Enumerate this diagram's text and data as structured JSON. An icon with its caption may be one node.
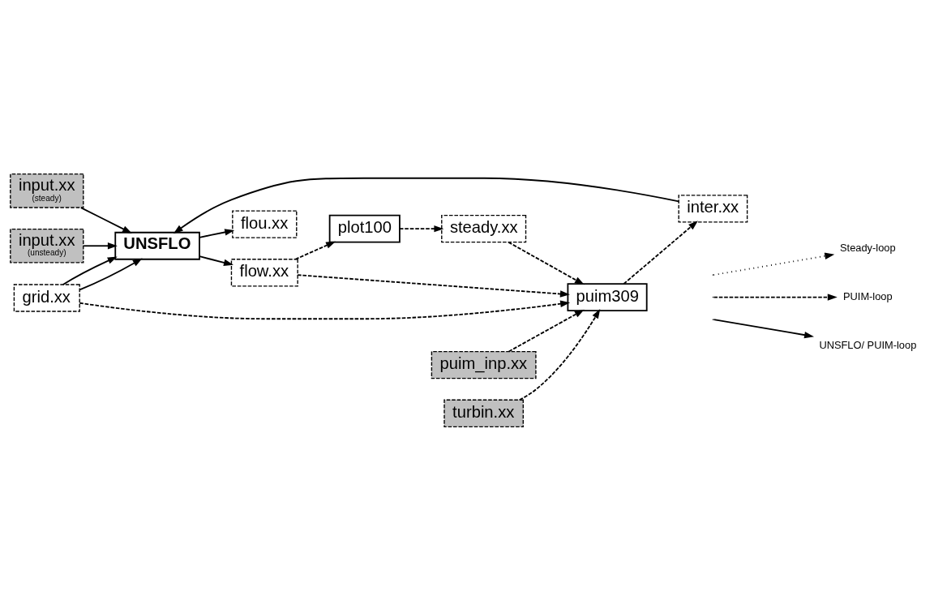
{
  "diagram": {
    "nodes": [
      {
        "text": [
          "flou.xx"
        ]
      },
      {
        "text": [
          "grid.xx"
        ]
      },
      {
        "text": [
          "UNSFLO"
        ]
      },
      {
        "text": [
          "input.xx",
          "(steady)"
        ]
      },
      {
        "text": [
          "flow.xx"
        ]
      },
      {
        "text": [
          "puim309"
        ]
      },
      {
        "text": [
          "plot100"
        ]
      },
      {
        "text": [
          "inter.xx"
        ]
      },
      {
        "text": [
          "steady.xx"
        ]
      },
      {
        "text": [
          "puim_inp.xx"
        ]
      },
      {
        "text": [
          "input.xx",
          "(unsteady)"
        ]
      },
      {
        "text": [
          "turbin.xx"
        ]
      }
    ],
    "edges": [
      {
        "from": 2,
        "to": 0,
        "arrow": "to"
      },
      {
        "from": 1,
        "to": 2,
        "arrow": "to"
      },
      {
        "from": 1,
        "to": 2,
        "arrow": "to"
      },
      {
        "from": 3,
        "to": 2,
        "arrow": "to"
      },
      {
        "from": 2,
        "to": 4,
        "arrow": "to"
      },
      {
        "from": 1,
        "to": 5,
        "arrow": "to",
        "style": "dashed"
      },
      {
        "from": 4,
        "to": 5,
        "arrow": "to",
        "style": "dashed"
      },
      {
        "from": 4,
        "to": 6,
        "arrow": "to",
        "style": "dashed"
      },
      {
        "from": 6,
        "to": 8,
        "arrow": "to",
        "style": "dashed"
      },
      {
        "from": 5,
        "to": 7,
        "arrow": "to",
        "style": "dashed"
      },
      {
        "from": 7,
        "to": 2,
        "arrow": "to"
      },
      {
        "from": 10,
        "to": 2,
        "arrow": "to"
      },
      {
        "from": 8,
        "to": 5,
        "arrow": "to",
        "style": "dashed"
      },
      {
        "from": 9,
        "to": 5,
        "arrow": "to",
        "style": "dashed"
      },
      {
        "from": 11,
        "to": 5,
        "arrow": "to",
        "style": "dashed"
      }
    ],
    "legend": [
      {
        "text": "Steady-loop"
      },
      {
        "text": "PUIM-loop"
      },
      {
        "text": "UNSFLO/ PUIM-loop"
      }
    ]
  }
}
